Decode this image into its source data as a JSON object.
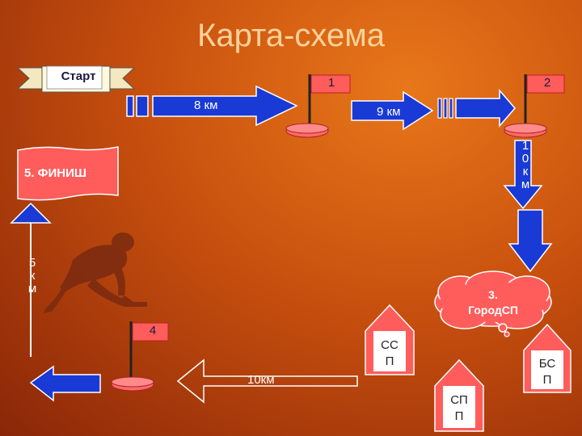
{
  "title": "Карта-схема",
  "start_label": "Старт",
  "finish_label": "5. ФИНИШ",
  "flags": [
    {
      "number": "1"
    },
    {
      "number": "2"
    },
    {
      "number": "4"
    }
  ],
  "distances": {
    "d1": "8 км",
    "d2": "9  км",
    "d3_chars": [
      "1",
      "0",
      "к",
      "м"
    ],
    "d4": "10км",
    "d5_chars": [
      "5",
      "к",
      "м"
    ]
  },
  "city": {
    "line1": "3.",
    "line2": "ГородСП"
  },
  "houses": [
    {
      "line1": "СС",
      "line2": "П"
    },
    {
      "line1": "БС",
      "line2": "П"
    },
    {
      "line1": "СП",
      "line2": "П"
    }
  ],
  "colors": {
    "arrow_blue": "#1a3ad6",
    "flag_red": "#ff5c5c",
    "title": "#ffd29a"
  }
}
